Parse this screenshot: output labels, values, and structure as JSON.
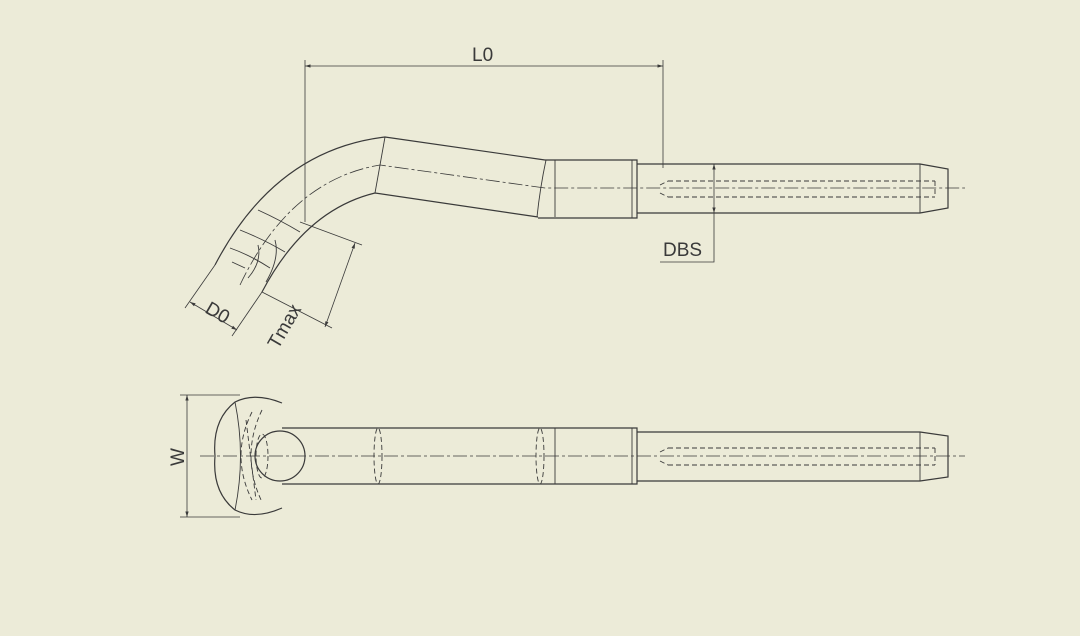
{
  "dimensions": {
    "l0": "L0",
    "dbs": "DBS",
    "d0": "D0",
    "tmax": "Tmax",
    "w": "W"
  },
  "colors": {
    "background": "#ecebd8",
    "line": "#3a3a3a"
  }
}
